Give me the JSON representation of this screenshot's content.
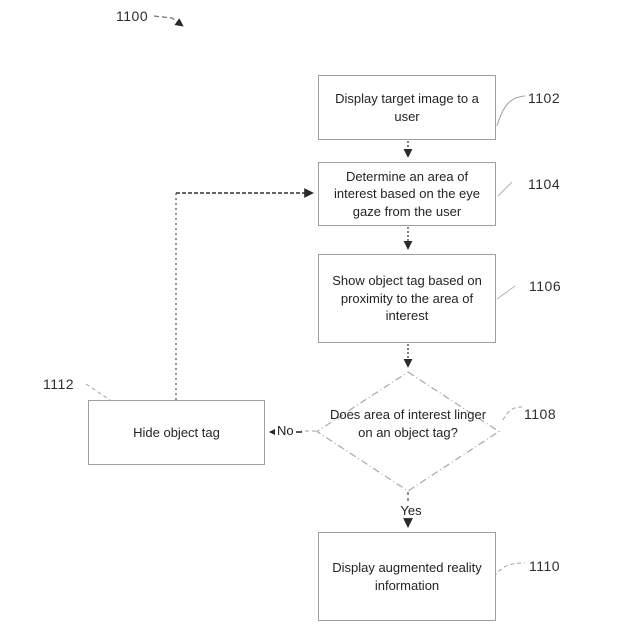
{
  "diagram": {
    "figure_ref": "1100",
    "nodes": {
      "display_target": {
        "ref": "1102",
        "text": "Display target image to a user"
      },
      "determine_area": {
        "ref": "1104",
        "text": "Determine an area of interest based on the eye gaze from the user"
      },
      "show_tag": {
        "ref": "1106",
        "text": "Show object tag based on proximity to the area of interest"
      },
      "linger_decision": {
        "ref": "1108",
        "text": "Does area of interest linger on an object tag?"
      },
      "display_ar": {
        "ref": "1110",
        "text": "Display augmented reality information"
      },
      "hide_tag": {
        "ref": "1112",
        "text": "Hide object tag"
      }
    },
    "branch_labels": {
      "yes": "Yes",
      "no": "No"
    },
    "colors": {
      "background": "#ffffff",
      "box_border": "#9f9f9f",
      "diamond_border": "#a8a8a8",
      "connector": "#3a3a3a",
      "callout": "#a0a0a0",
      "text": "#242424"
    }
  }
}
